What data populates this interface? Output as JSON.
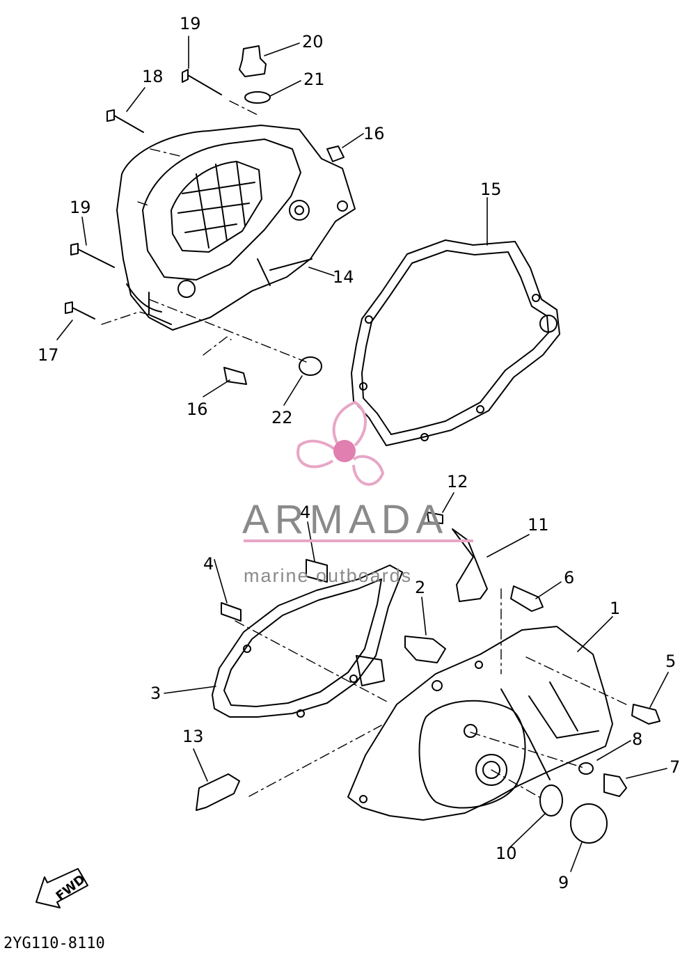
{
  "callouts": [
    "1",
    "2",
    "3",
    "4",
    "4",
    "5",
    "6",
    "7",
    "8",
    "9",
    "10",
    "11",
    "12",
    "13",
    "14",
    "15",
    "16",
    "16",
    "17",
    "18",
    "19",
    "19",
    "20",
    "21",
    "22"
  ],
  "watermark": {
    "brand": "ARMADA",
    "tagline": "marine outboards",
    "colors": {
      "logo": "#e8a6c6",
      "logo_center": "#e07fb0",
      "text": "#8a8a8a"
    }
  },
  "fwd_label": "FWD",
  "diagram_code": "2YG110-8110"
}
